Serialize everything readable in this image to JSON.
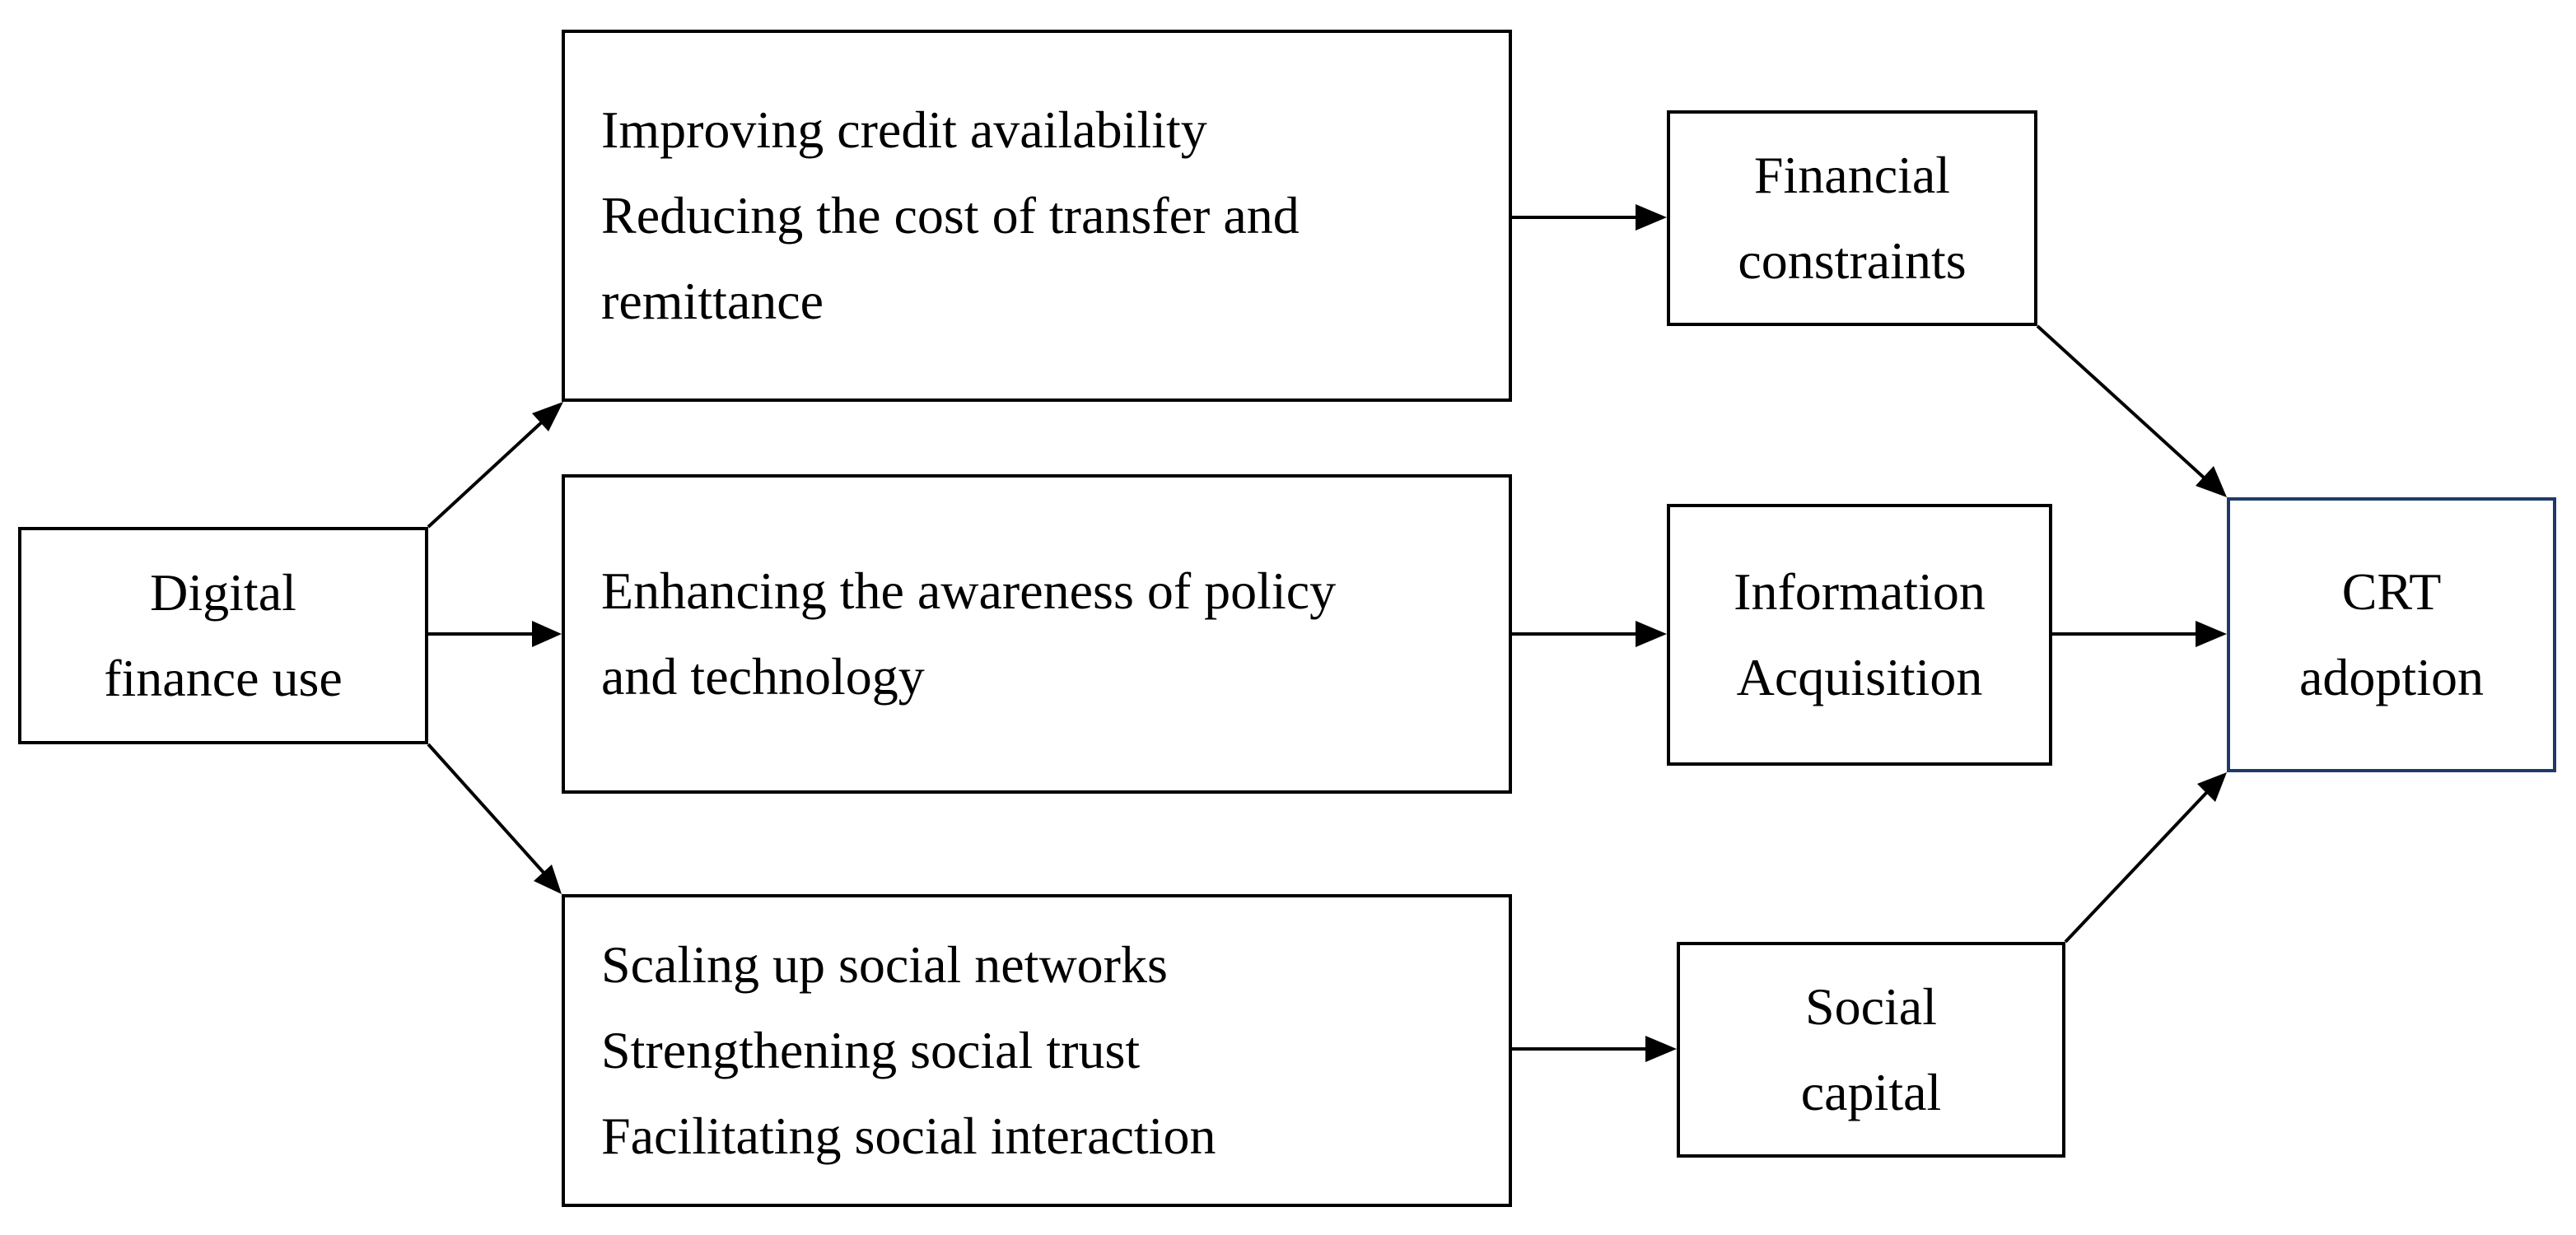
{
  "source": {
    "lines": [
      "Digital",
      "finance use"
    ]
  },
  "mechanisms": {
    "credit": {
      "lines": [
        "Improving credit availability",
        "Reducing the cost of transfer and",
        "remittance"
      ]
    },
    "awareness": {
      "lines": [
        "Enhancing the awareness of policy",
        "and technology"
      ]
    },
    "social": {
      "lines": [
        "Scaling up social networks",
        "Strengthening social trust",
        "Facilitating social interaction"
      ]
    }
  },
  "mediators": {
    "financial": {
      "lines": [
        "Financial",
        "constraints"
      ]
    },
    "information": {
      "lines": [
        "Information",
        "Acquisition"
      ]
    },
    "capital": {
      "lines": [
        "Social",
        "capital"
      ]
    }
  },
  "outcome": {
    "lines": [
      "CRT",
      "adoption"
    ],
    "border_color": "#1f3a68"
  },
  "edges": [
    {
      "from": "source",
      "to": "mechanisms.credit"
    },
    {
      "from": "source",
      "to": "mechanisms.awareness"
    },
    {
      "from": "source",
      "to": "mechanisms.social"
    },
    {
      "from": "mechanisms.credit",
      "to": "mediators.financial"
    },
    {
      "from": "mechanisms.awareness",
      "to": "mediators.information"
    },
    {
      "from": "mechanisms.social",
      "to": "mediators.capital"
    },
    {
      "from": "mediators.financial",
      "to": "outcome"
    },
    {
      "from": "mediators.information",
      "to": "outcome"
    },
    {
      "from": "mediators.capital",
      "to": "outcome"
    }
  ]
}
